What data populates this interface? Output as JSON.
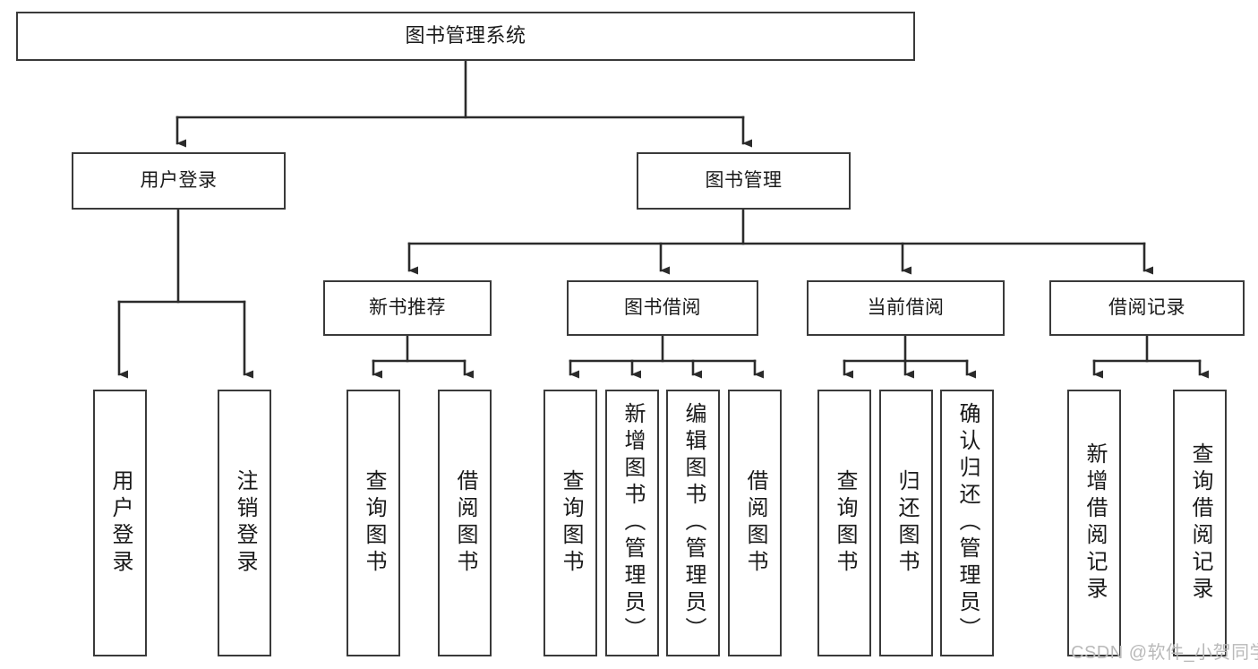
{
  "diagram": {
    "title": "图书管理系统",
    "type": "tree",
    "watermark": "CSDN @软件_小贺同学",
    "colors": {
      "box_border": "#3a3a3a",
      "box_fill": "#ffffff",
      "edge": "#2b2b2b",
      "text": "#1a1a1a",
      "watermark": "#b9b9b9"
    },
    "nodes": {
      "root": {
        "label": "图书管理系统"
      },
      "level2": [
        {
          "id": "user-login",
          "label": "用户登录"
        },
        {
          "id": "book-manage",
          "label": "图书管理"
        }
      ],
      "level3": [
        {
          "id": "new-book-recommend",
          "label": "新书推荐"
        },
        {
          "id": "book-borrow",
          "label": "图书借阅"
        },
        {
          "id": "current-borrow",
          "label": "当前借阅"
        },
        {
          "id": "borrow-record",
          "label": "借阅记录"
        }
      ],
      "leaves": [
        {
          "id": "leaf-user-login",
          "label": "用户登录",
          "parent": "user-login"
        },
        {
          "id": "leaf-logout-login",
          "label": "注销登录",
          "parent": "user-login"
        },
        {
          "id": "leaf-query-book-1",
          "label": "查询图书",
          "parent": "new-book-recommend"
        },
        {
          "id": "leaf-borrow-book-1",
          "label": "借阅图书",
          "parent": "new-book-recommend"
        },
        {
          "id": "leaf-query-book-2",
          "label": "查询图书",
          "parent": "book-borrow"
        },
        {
          "id": "leaf-add-book",
          "label": "新增图书（管理员）",
          "parent": "book-borrow"
        },
        {
          "id": "leaf-edit-book",
          "label": "编辑图书（管理员）",
          "parent": "book-borrow"
        },
        {
          "id": "leaf-borrow-book-2",
          "label": "借阅图书",
          "parent": "book-borrow"
        },
        {
          "id": "leaf-query-book-3",
          "label": "查询图书",
          "parent": "current-borrow"
        },
        {
          "id": "leaf-return-book",
          "label": "归还图书",
          "parent": "current-borrow"
        },
        {
          "id": "leaf-confirm-return",
          "label": "确认归还（管理员）",
          "parent": "current-borrow"
        },
        {
          "id": "leaf-add-record",
          "label": "新增借阅记录",
          "parent": "borrow-record"
        },
        {
          "id": "leaf-query-record",
          "label": "查询借阅记录",
          "parent": "borrow-record"
        }
      ]
    }
  }
}
